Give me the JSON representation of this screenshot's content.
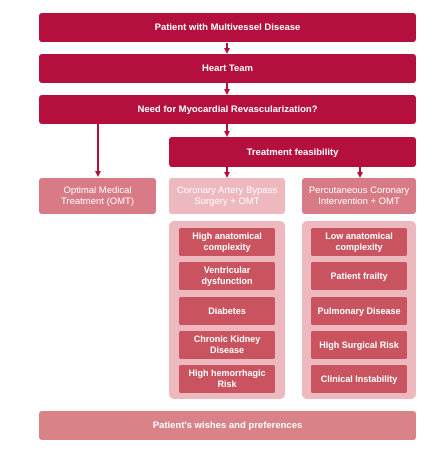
{
  "colors": {
    "dark": "#b5103d",
    "mid": "#d97b86",
    "light": "#eeb9be",
    "inner": "#c9535f",
    "bottom": "#d98287"
  },
  "boxes": {
    "patient": "Patient with Multivessel Disease",
    "heart_team": "Heart Team",
    "need": "Need for Myocardial Revascularization?",
    "feasibility": "Treatment feasibility",
    "omt": "Optimal Medical Treatment (OMT)",
    "cabg": "Coronary Artery Bypass Surgery + OMT",
    "pci": "Percutaneous Coronary Intervention + OMT",
    "wishes": "Patient's wishes and preferences"
  },
  "cabg_factors": [
    "High anatomical complexity",
    "Ventricular dysfunction",
    "Diabetes",
    "Chronic Kidney Disease",
    "High hemorrhagic Risk"
  ],
  "pci_factors": [
    "Low anatomical complexity",
    "Patient frailty",
    "Pulmonary Disease",
    "High Surgical Risk",
    "Clinical Instability"
  ]
}
